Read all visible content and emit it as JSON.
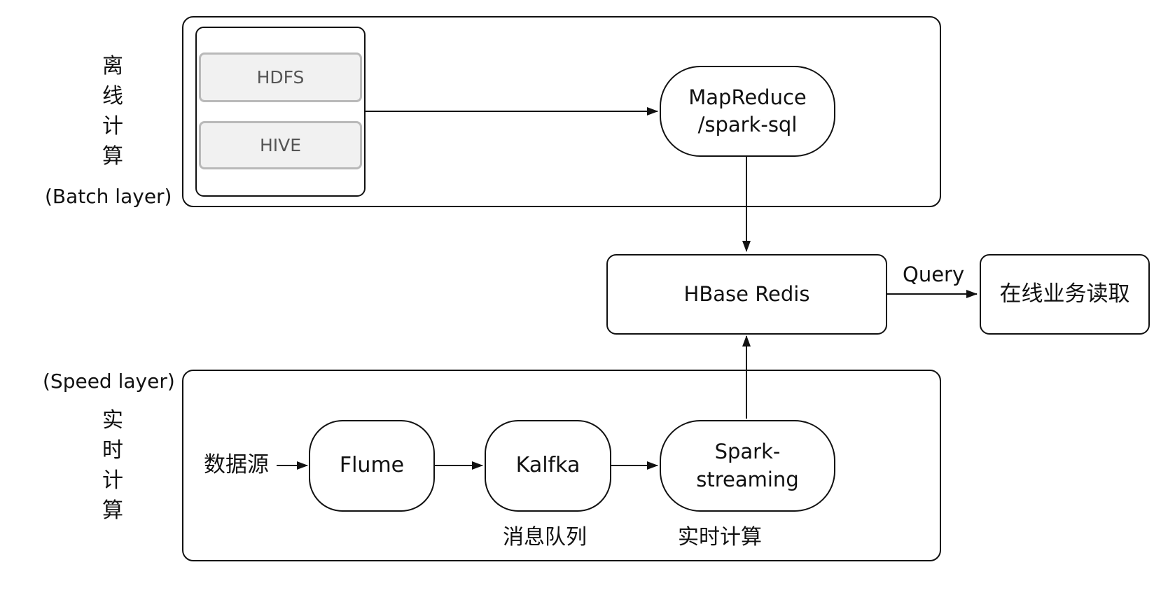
{
  "batch": {
    "side_chars": [
      "离",
      "线",
      "计",
      "算"
    ],
    "layer_label": "(Batch layer)",
    "storage": {
      "hdfs": "HDFS",
      "hive": "HIVE"
    },
    "processor_line1": "MapReduce",
    "processor_line2": "/spark-sql"
  },
  "serving": {
    "store": "HBase Redis",
    "query_label": "Query",
    "consumer": "在线业务读取"
  },
  "speed": {
    "layer_label": "(Speed layer)",
    "side_chars": [
      "实",
      "时",
      "计",
      "算"
    ],
    "source": "数据源",
    "flume": "Flume",
    "kafka": "Kalfka",
    "kafka_caption": "消息队列",
    "spark_line1": "Spark-",
    "spark_line2": "streaming",
    "spark_caption": "实时计算"
  },
  "colors": {
    "stroke": "#111111",
    "storage_fill": "#f1f1f1",
    "storage_border": "#b9b9b9",
    "storage_text": "#555555"
  }
}
